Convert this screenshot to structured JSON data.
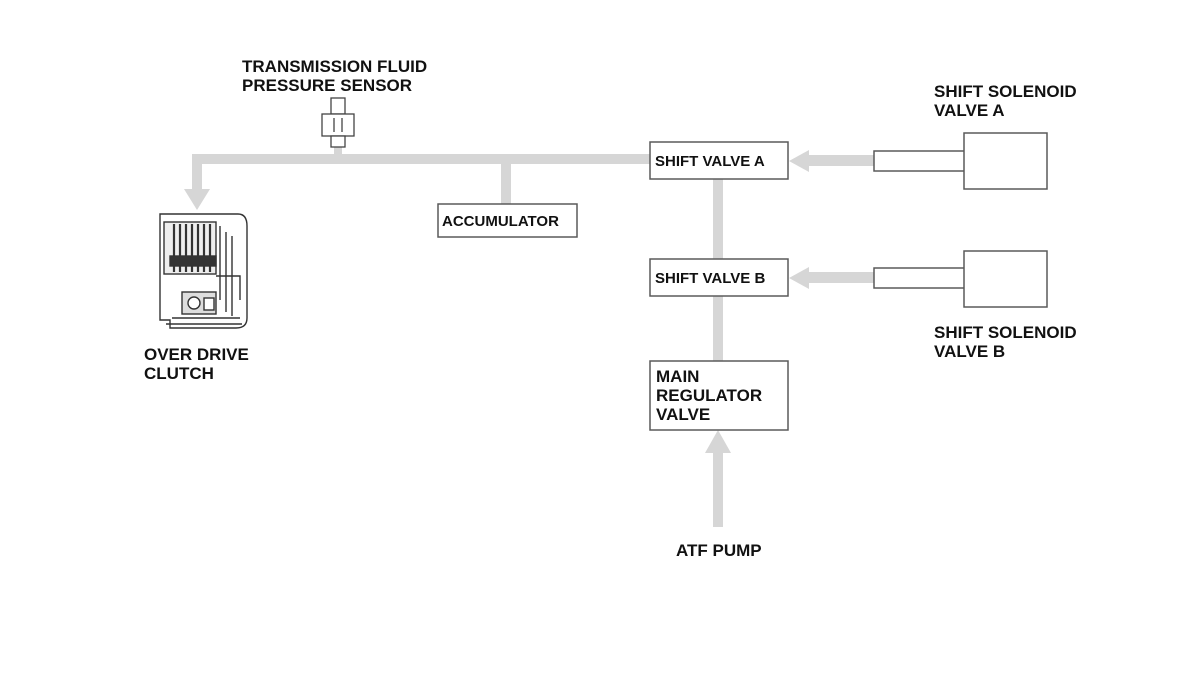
{
  "colors": {
    "line": "#d6d6d6",
    "box_border": "#5a5a5a",
    "text": "#111111",
    "background": "#ffffff"
  },
  "labels": {
    "pressure_sensor": [
      "TRANSMISSION FLUID",
      "PRESSURE SENSOR"
    ],
    "solenoid_a": [
      "SHIFT SOLENOID",
      "VALVE A"
    ],
    "solenoid_b": [
      "SHIFT SOLENOID",
      "VALVE B"
    ],
    "od_clutch": [
      "OVER DRIVE",
      "CLUTCH"
    ],
    "atf_pump": "ATF PUMP"
  },
  "boxes": {
    "shift_valve_a": "SHIFT VALVE A",
    "shift_valve_b": "SHIFT VALVE B",
    "accumulator": "ACCUMULATOR",
    "main_regulator": [
      "MAIN",
      "REGULATOR",
      "VALVE"
    ]
  },
  "icons": {
    "pressure_sensor": "pressure-sensor-icon",
    "clutch": "clutch-assembly-icon",
    "solenoid_a": "solenoid-icon",
    "solenoid_b": "solenoid-icon"
  }
}
